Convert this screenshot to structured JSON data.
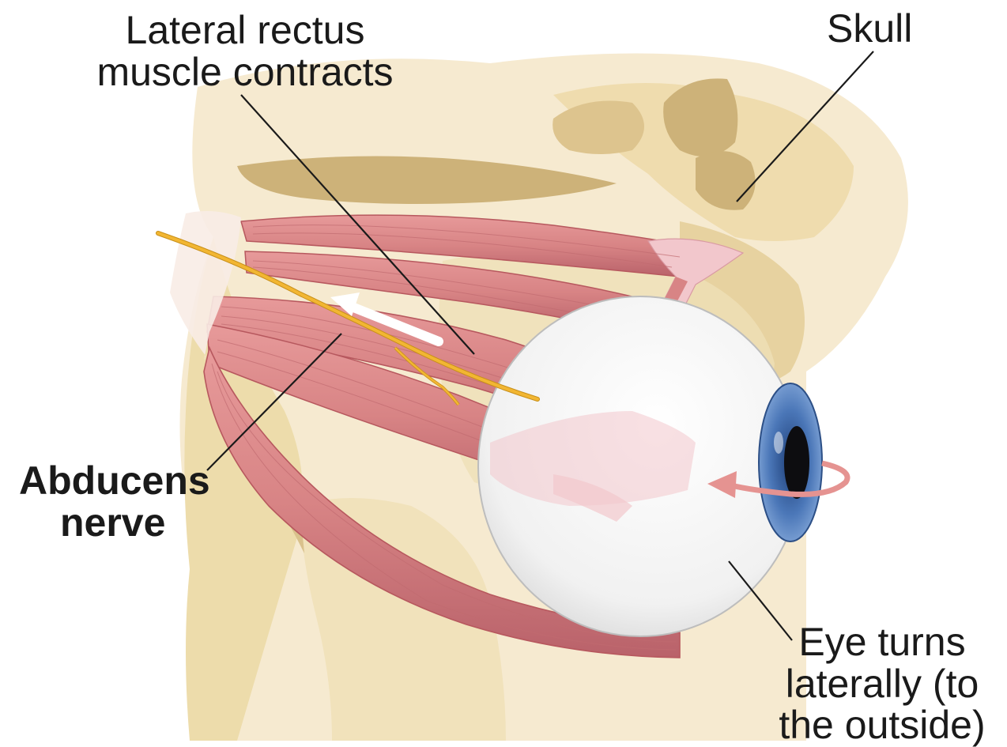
{
  "labels": {
    "lateral_rectus": {
      "line1": "Lateral rectus",
      "line2": "muscle contracts"
    },
    "skull": "Skull",
    "abducens": {
      "line1": "Abducens",
      "line2": "nerve"
    },
    "eye_turns": {
      "line1": "Eye turns",
      "line2": "laterally (to",
      "line3": "the outside)"
    }
  },
  "colors": {
    "bone": "#f6ead0",
    "bone_dark": "#cdb279",
    "bone_shadow": "#e7d6a8",
    "muscle": "#d88485",
    "muscle_dark": "#b7585e",
    "tendon": "#f2c7cc",
    "nerve": "#f2b632",
    "eye_white": "#f4f4f4",
    "iris": "#4b77b8",
    "arrow": "#e59391",
    "leader_line": "#1a1a1a"
  },
  "icons": {
    "contraction_arrow": "arrow-left-white",
    "rotation_arrow": "curved-arrow-left"
  }
}
